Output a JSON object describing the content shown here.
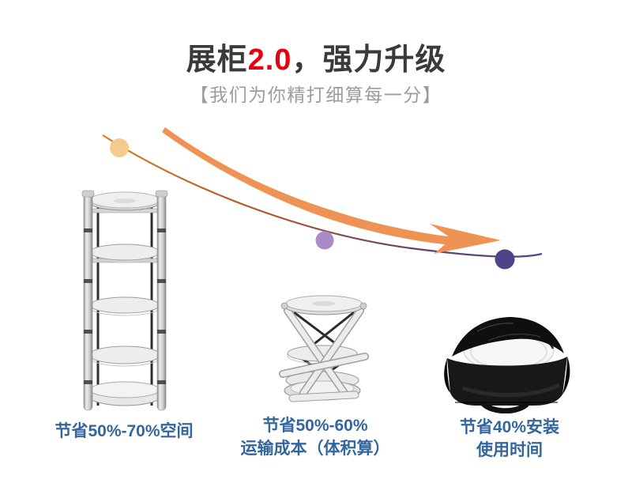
{
  "page": {
    "title_prefix": "展柜",
    "title_highlight": "2.0",
    "title_suffix": "，强力升级",
    "subtitle": "【我们为你精打细算每一分】"
  },
  "colors": {
    "title_dark": "#3a3a3a",
    "highlight_red": "#e60012",
    "subtitle_gray": "#9c9c9c",
    "caption_blue": "#33669c",
    "brush_orange": "#ef9355",
    "curve_start_orange": "#e0761f",
    "curve_end_purple": "#55488c",
    "dot_light_orange": "#f6c98e",
    "dot_light_purple": "#a98bc6",
    "dot_dark_purple": "#4e4489"
  },
  "decor": {
    "curve": "declining-cost-curve",
    "arrow": "downward-brush-arrow",
    "dots": [
      {
        "name": "stage-dot-1",
        "color": "#f6c98e"
      },
      {
        "name": "stage-dot-2",
        "color": "#a98bc6"
      },
      {
        "name": "stage-dot-3",
        "color": "#4e4489"
      }
    ]
  },
  "products": [
    {
      "id": "assembled-tower",
      "image": "spiral-tower-display-assembled",
      "caption_lines": [
        "节省50%-70%空间"
      ]
    },
    {
      "id": "folded-tower",
      "image": "spiral-tower-display-folded",
      "caption_lines": [
        "节省50%-60%",
        "运输成本（体积算）"
      ]
    },
    {
      "id": "carry-bag",
      "image": "display-carry-bag-packed",
      "caption_lines": [
        "节省40%安装",
        "使用时间"
      ]
    }
  ]
}
